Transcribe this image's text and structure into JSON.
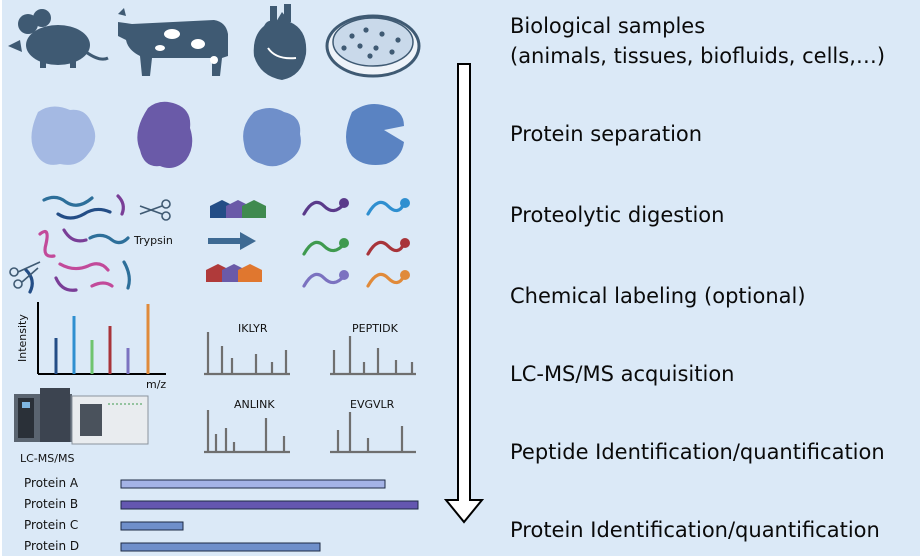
{
  "workflow_steps": [
    {
      "line1": "Biological samples",
      "line2": "(animals, tissues, biofluids, cells,…)"
    },
    {
      "line1": "Protein separation"
    },
    {
      "line1": "Proteolytic digestion"
    },
    {
      "line1": "Chemical labeling (optional)"
    },
    {
      "line1": "LC-MS/MS acquisition"
    },
    {
      "line1": "Peptide Identification/quantification"
    },
    {
      "line1": "Protein Identification/quantification"
    }
  ],
  "enzyme_label": "Trypsin",
  "ms_axes": {
    "y_label": "Intensity",
    "x_label": "m/z"
  },
  "instrument_label": "LC-MS/MS",
  "peptide_spectra": [
    "IKLYR",
    "PEPTIDK",
    "ANLINK",
    "EVGVLR"
  ],
  "protein_bars": [
    {
      "name": "Protein A",
      "relative_abundance": 0.89,
      "color": "#a4b3e6"
    },
    {
      "name": "Protein B",
      "relative_abundance": 1.0,
      "color": "#6457b0"
    },
    {
      "name": "Protein C",
      "relative_abundance": 0.21,
      "color": "#6f8fca"
    },
    {
      "name": "Protein D",
      "relative_abundance": 0.67,
      "color": "#6f8fca"
    }
  ],
  "icons": [
    "mouse-icon",
    "cow-icon",
    "heart-icon",
    "petri-dish-icon",
    "protein-icon",
    "scissors-icon",
    "arrow-right-icon",
    "down-arrow-icon",
    "mass-spectrometer-icon"
  ]
}
